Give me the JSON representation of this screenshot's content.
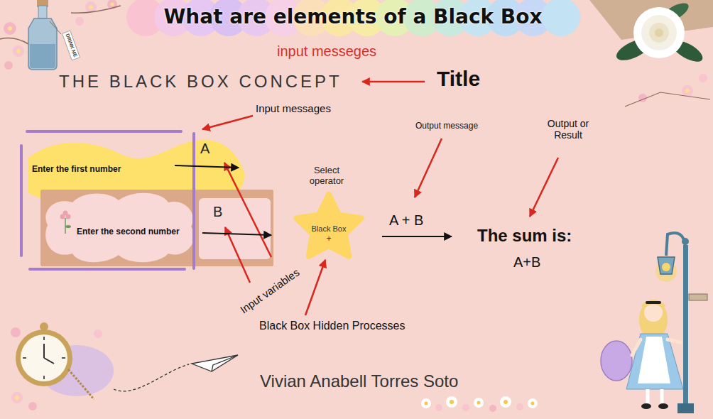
{
  "diagram": {
    "title": "What are elements of a Black Box",
    "nodes": [
      {
        "text": [
          "Enter the first number",
          "A"
        ]
      },
      {
        "text": [
          "Enter the second number",
          "B"
        ]
      },
      {
        "text": [
          "Black Box",
          "+"
        ]
      }
    ],
    "labels": [
      "input messeges",
      "THE BLACK BOX CONCEPT",
      "Title",
      "Input messages",
      "Select operator",
      "Output message",
      "Output or Result",
      "A + B",
      "The sum is:",
      "A+B",
      "Input variables",
      "Black Box Hidden Processes",
      "Vivian Anabell Torres Soto",
      "DRINK ME"
    ]
  }
}
